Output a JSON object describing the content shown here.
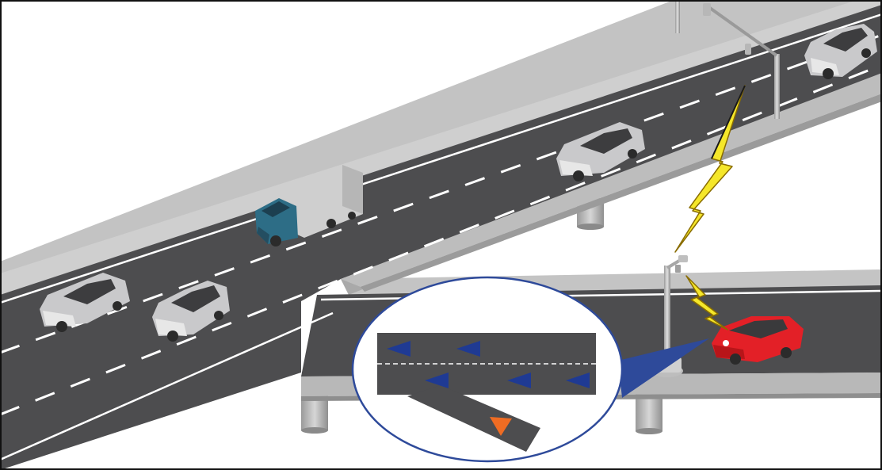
{
  "scene": {
    "description_labels": [],
    "colors": {
      "road_surface": "#4d4d4f",
      "barrier": "#bdbdbd",
      "lane_marking": "#ffffff",
      "bubble_outline": "#2e4a9a",
      "bubble_pointer": "#2e4a9a",
      "vehicle_arrow": "#1f3a93",
      "merging_vehicle_arrow": "#ef6c23",
      "signal_bolt": "#f5e72a",
      "signal_bolt_outline": "#8a6d00",
      "car_silver": "#c9c9cb",
      "car_red": "#e32027",
      "truck_cab": "#2d6d86",
      "truck_box": "#cfcfcf"
    },
    "icons": {
      "main_roadway": "highway-road",
      "on_ramp": "merge-ramp",
      "roadside_sensor": "roadside-unit-pole",
      "wireless_signal": "lightning-bolt",
      "detail_view": "magnifier-bubble"
    },
    "vehicles_on_highway": 6,
    "merging_vehicles": 1,
    "detail_view": {
      "upper_lane_arrows": 2,
      "lower_lane_arrows": 3,
      "ramp_arrows": 1
    }
  }
}
